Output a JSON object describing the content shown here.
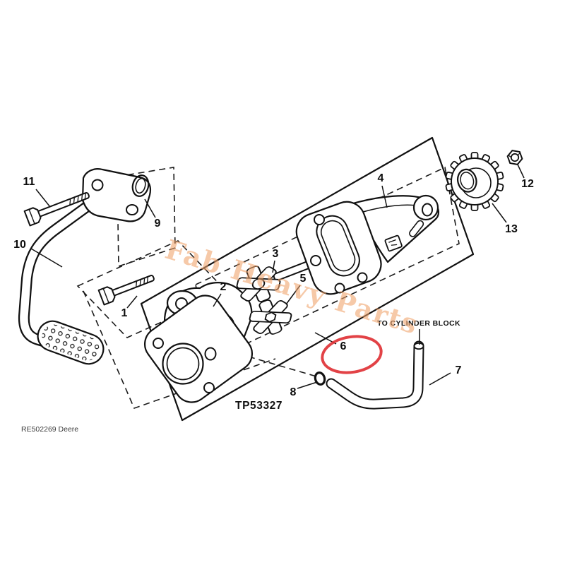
{
  "diagram": {
    "title_watermark": "Fab Heavy Parts",
    "part_code": "TP53327",
    "annotation": "TO CYLINDER BLOCK",
    "footer_code": "RE502269 Deere",
    "highlighted_callout": "6",
    "colors": {
      "line": "#111111",
      "highlight_red": "#e03236",
      "watermark_orange": "#f0a36b",
      "background": "#ffffff"
    },
    "callouts": [
      {
        "label": "1"
      },
      {
        "label": "2"
      },
      {
        "label": "3"
      },
      {
        "label": "4"
      },
      {
        "label": "5"
      },
      {
        "label": "6"
      },
      {
        "label": "7"
      },
      {
        "label": "8"
      },
      {
        "label": "9"
      },
      {
        "label": "10"
      },
      {
        "label": "11"
      },
      {
        "label": "12"
      },
      {
        "label": "13"
      }
    ]
  }
}
